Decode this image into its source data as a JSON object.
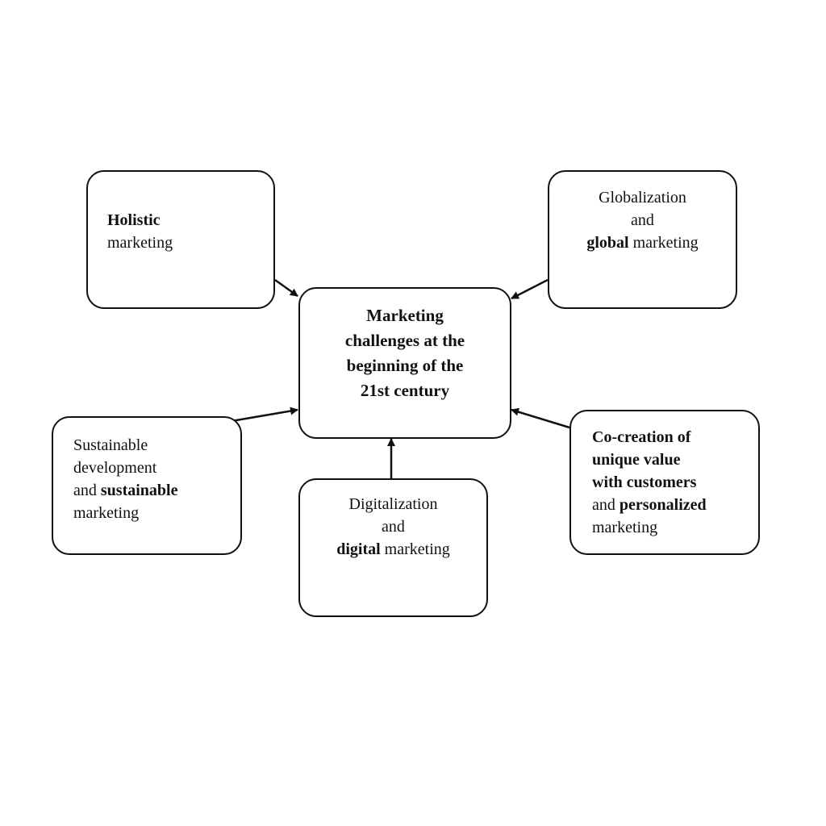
{
  "center": {
    "lines": [
      "Marketing",
      "challenges at the",
      "beginning of the",
      "21st century"
    ]
  },
  "holistic": {
    "bold": "Holistic",
    "rest": "marketing"
  },
  "global": {
    "line1": "Globalization",
    "line2": "and",
    "bold": "global",
    "rest": " marketing"
  },
  "sustain": {
    "line1": "Sustainable",
    "line2": "development",
    "pre": "and ",
    "bold": "sustainable",
    "line4": "marketing"
  },
  "digital": {
    "line1": "Digitalization",
    "line2": "and",
    "bold": "digital",
    "rest": " marketing"
  },
  "cocreate": {
    "b1": "Co-creation of",
    "b2": "unique value",
    "b3": "with customers",
    "pre": "and ",
    "bold": "personalized",
    "line5": "marketing"
  }
}
